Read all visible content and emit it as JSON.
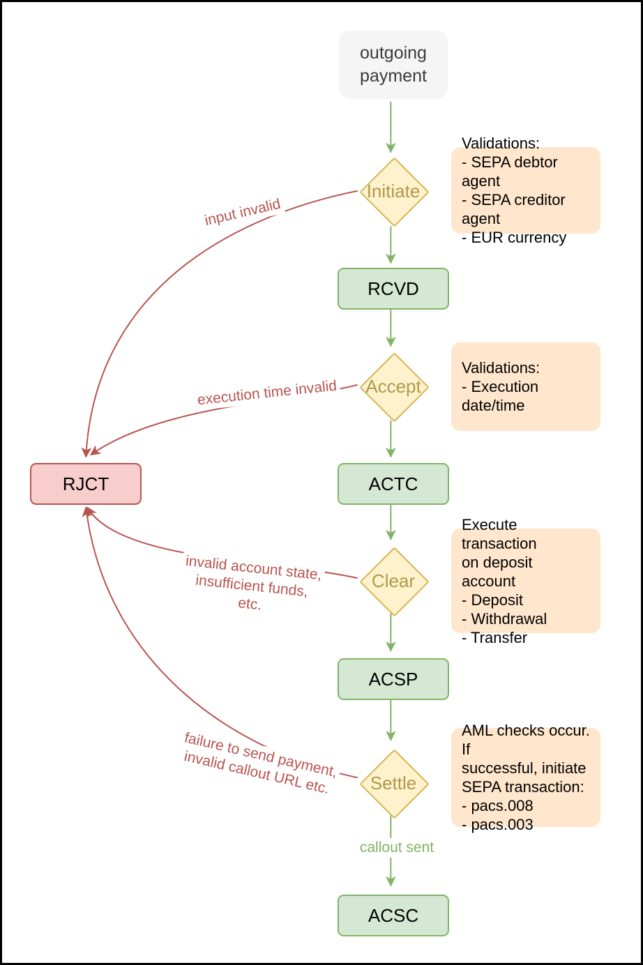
{
  "nodes": {
    "start": "outgoing payment",
    "initiate": "Initiate",
    "rcvd": "RCVD",
    "accept": "Accept",
    "actc": "ACTC",
    "clear": "Clear",
    "acsp": "ACSP",
    "settle": "Settle",
    "acsc": "ACSC",
    "rjct": "RJCT"
  },
  "annotations": {
    "initiate": "Validations:\n- SEPA debtor agent\n- SEPA creditor agent\n- EUR currency",
    "accept": "Validations:\n- Execution date/time",
    "clear": "Execute transaction\non deposit account\n- Deposit\n- Withdrawal\n- Transfer",
    "settle": "AML checks occur. If\nsuccessful, initiate\nSEPA transaction:\n- pacs.008\n- pacs.003"
  },
  "edge_labels": {
    "initiate_reject": "input invalid",
    "accept_reject": "execution time invalid",
    "clear_reject": "invalid account state,\ninsufficient funds,\netc.",
    "settle_reject": "failure to send payment,\ninvalid callout URL etc.",
    "settle_success": "callout sent"
  },
  "colors": {
    "state_fill": "#d5e8d4",
    "state_stroke": "#82b366",
    "decision_fill": "#fff2cc",
    "decision_stroke": "#d6b656",
    "decision_text": "#ae9a4d",
    "reject_fill": "#f8cecc",
    "reject_stroke": "#b85450",
    "note_fill": "#ffe6cc",
    "start_fill": "#f5f5f5",
    "success_edge": "#82b366",
    "fail_edge": "#b85450"
  }
}
